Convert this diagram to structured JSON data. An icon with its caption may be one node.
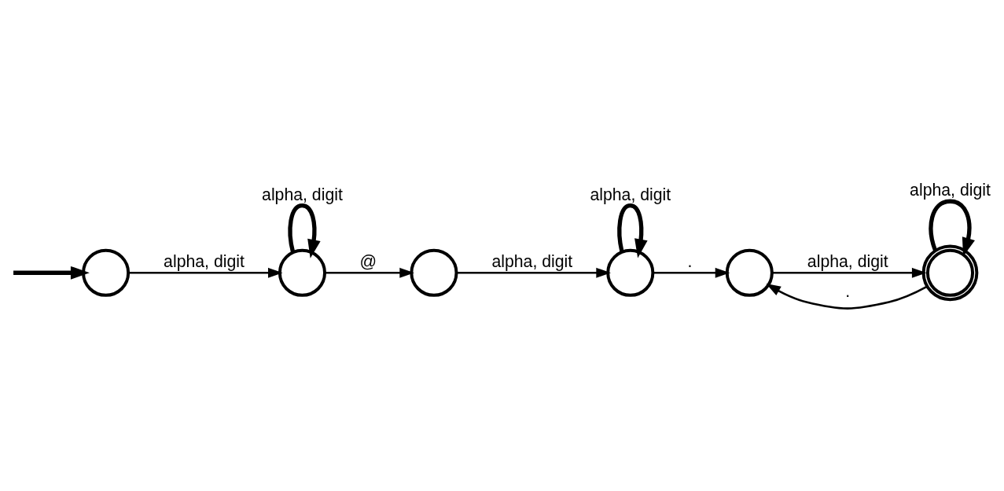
{
  "diagram": {
    "nodes": [
      {
        "text": [],
        "shape": "circle"
      },
      {
        "text": [],
        "shape": "circle"
      },
      {
        "text": [],
        "shape": "circle"
      },
      {
        "text": [],
        "shape": "circle"
      },
      {
        "text": [],
        "shape": "circle"
      },
      {
        "text": [],
        "shape": "doublecircle"
      }
    ],
    "edges": [
      {
        "from": null,
        "to": 0,
        "arrow": "to",
        "style": "thick"
      },
      {
        "from": 0,
        "to": 1,
        "arrow": "to",
        "label": "alpha, digit"
      },
      {
        "from": 1,
        "to": 1,
        "arrow": "to",
        "label": "alpha, digit",
        "style": "thick"
      },
      {
        "from": 1,
        "to": 2,
        "arrow": "to",
        "label": "@"
      },
      {
        "from": 2,
        "to": 3,
        "arrow": "to",
        "label": "alpha, digit"
      },
      {
        "from": 3,
        "to": 3,
        "arrow": "to",
        "label": "alpha, digit",
        "style": "thick"
      },
      {
        "from": 3,
        "to": 4,
        "arrow": "to",
        "label": "."
      },
      {
        "from": 4,
        "to": 5,
        "arrow": "to",
        "label": "alpha, digit"
      },
      {
        "from": 5,
        "to": 5,
        "arrow": "to",
        "label": "alpha, digit",
        "style": "thick"
      },
      {
        "from": 5,
        "to": 4,
        "arrow": "to",
        "label": "."
      }
    ]
  }
}
